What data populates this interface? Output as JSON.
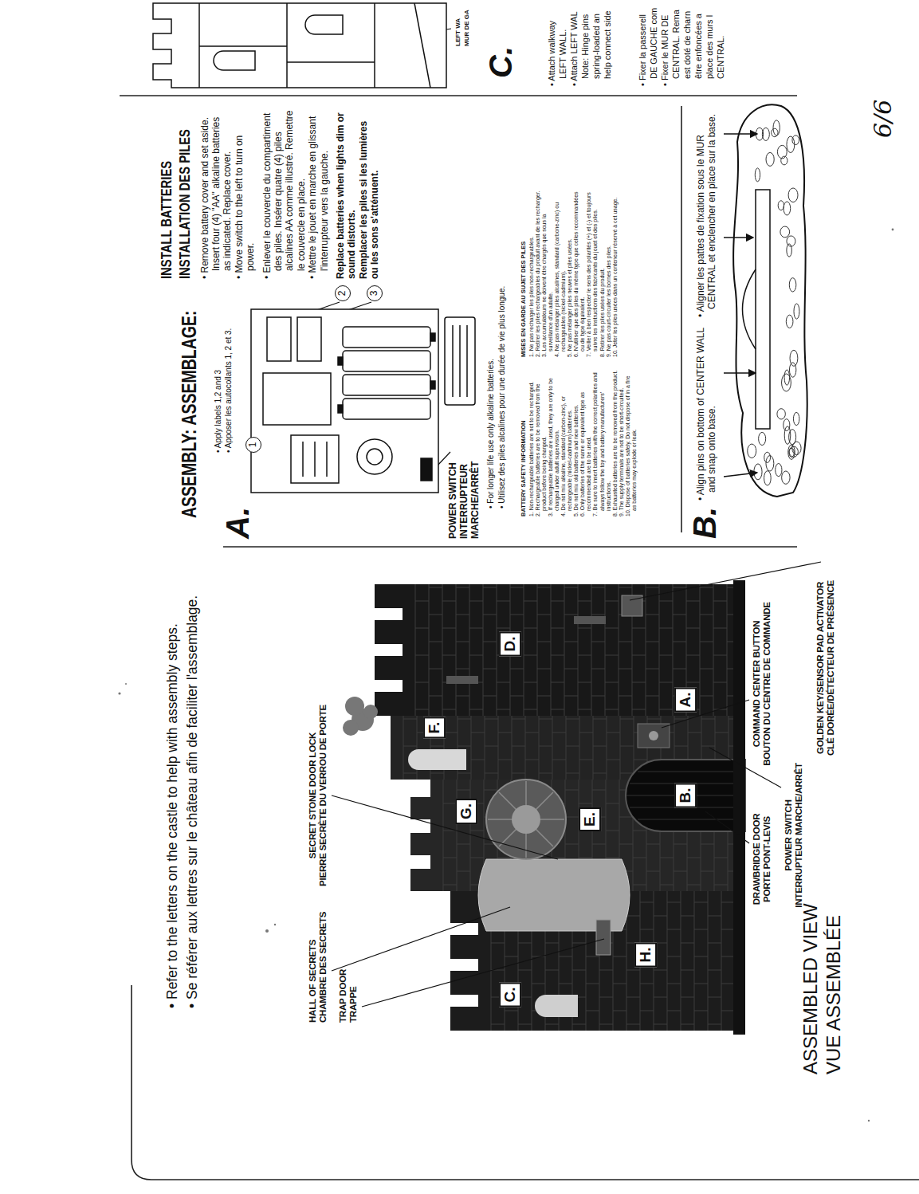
{
  "diagram": {
    "nodes": [
      {
        "text": [
          "F."
        ]
      },
      {
        "text": [
          "G."
        ]
      },
      {
        "text": [
          "C."
        ]
      },
      {
        "text": [
          "H."
        ]
      },
      {
        "text": [
          "E."
        ]
      },
      {
        "text": [
          "D."
        ]
      },
      {
        "text": [
          "A."
        ]
      },
      {
        "text": [
          "B."
        ]
      },
      {
        "text": [
          "1"
        ]
      },
      {
        "text": [
          "2"
        ]
      },
      {
        "text": [
          "3"
        ]
      }
    ],
    "labels": [
      "• Refer to the letters on the castle to help with assembly steps.",
      "• Se référer aux lettres sur le château afin de faciliter l'assemblage.",
      "HALL OF SECRETS",
      "CHAMBRE DES SECRETS",
      "TRAP DOOR",
      "TRAPPE",
      "SECRET STONE DOOR LOCK",
      "PIERRE SECRÈTE DU VERROU DE PORTE",
      "DRAWBRIDGE DOOR",
      "PORTE PONT-LEVIS",
      "POWER SWITCH",
      "INTERRUPTEUR MARCHE/ARRÊT",
      "COMMAND CENTER BUTTON",
      "BOUTON DU CENTRE DE COMMANDE",
      "GOLDEN KEY/SENSOR PAD ACTIVATOR",
      "CLÉ DORÉE/DÉTECTEUR DE PRÉSENCE",
      "ASSEMBLED VIEW",
      "VUE ASSEMBLÉE",
      "ASSEMBLY: ASSEMBLAGE:",
      "A.",
      "• Apply labels 1,2 and 3",
      "• Apposer les autocollants 1, 2 et 3.",
      "POWER SWITCH",
      "INTERRUPTEUR MARCHE/ARRÊT",
      "INSTALL BATTERIES",
      "INSTALLATION DES PILES",
      "• Remove battery cover and set aside. Insert four (4) \"AA\" alkaline batteries as indicated. Replace cover.",
      "• Move switch to the left to turn on power.",
      "• Enlever le couvercle du compartiment des piles. Insérer quatre (4) piles alcalines AA comme illustré. Remettre le couvercle en place.",
      "• Mettre le jouet en marche en glissant l'interrupteur vers la gauche.",
      "Replace batteries when lights dim or sound distorts.",
      "Remplacer les piles si les lumières ou les sons s'atténuent.",
      "• For longer life use only alkaline batteries.",
      "• Utilisez des piles alcalines pour une durée de vie plus longue.",
      "BATTERY SAFETY INFORMATION",
      "1. Non-rechargeable batteries are not to be recharged.",
      "2. Rechargeable batteries are to be removed from the product before being charged.",
      "3. If rechargeable batteries are used, they are only to be charged under adult supervision.",
      "4. Do not mix alkaline, standard (carbon-zinc), or rechargeable (nickel-cadmium) batteries.",
      "5. Do not mix old batteries and new batteries.",
      "6. Only batteries of the same or equivalent type as recommended are to be used.",
      "7. Be sure to insert batteries with the correct polarities and always follow the toy and battery manufacturers' instructions.",
      "8. Exhausted batteries are to be removed from the product.",
      "9. The supply terminals are not to be short-circuited.",
      "10. Dispose of batteries safely. Do not dispose of in a fire as batteries may explode or leak.",
      "MISES EN GARDE AU SUJET DES PILES",
      "1. Ne pas recharger les piles non-rechargeables.",
      "2. Retirer les piles rechargeables du produit avant de les recharger.",
      "3. Les accumulateurs ne doivent être chargés que sous la surveillance d'un adulte.",
      "4. Ne pas mélanger piles alcalines, standard (carbone-zinc) ou rechargeables (nickel-cadmium).",
      "5. Ne pas mélanger piles neuves et piles usées.",
      "6. N'utiliser que des piles du même type que celles recommandées ou de type équivalent.",
      "7. Veiller à bien respecter le sens des polarités (+) et (-) et toujours suivre les instructions des fabricants du jouet et des piles.",
      "8. Retirer les piles usées du produit.",
      "9. Ne pas court-circuiter les bornes des piles.",
      "10. Jeter les piles usées dans un conteneur réservé à cet usage.",
      "B.",
      "• Align pins on bottom of CENTER WALL and snap onto base.",
      "• Aligner les pattes de fixation sous le MUR CENTRAL et enclencher en place sur la base.",
      "C.",
      "LEFT WA",
      "MUR DE GA",
      "• Attach walkway",
      "LEFT WALL.",
      "• Attach LEFT WAL",
      "Note: Hinge pins",
      "spring-loaded an",
      "help connect side",
      "• Fixer la passerell",
      "DE GAUCHE com",
      "• Fixer le MUR DE",
      "CENTRAL. Rema",
      "est doté de charn",
      "être enfoncées a",
      "place des murs l",
      "CENTRAL.",
      "6/6"
    ]
  }
}
